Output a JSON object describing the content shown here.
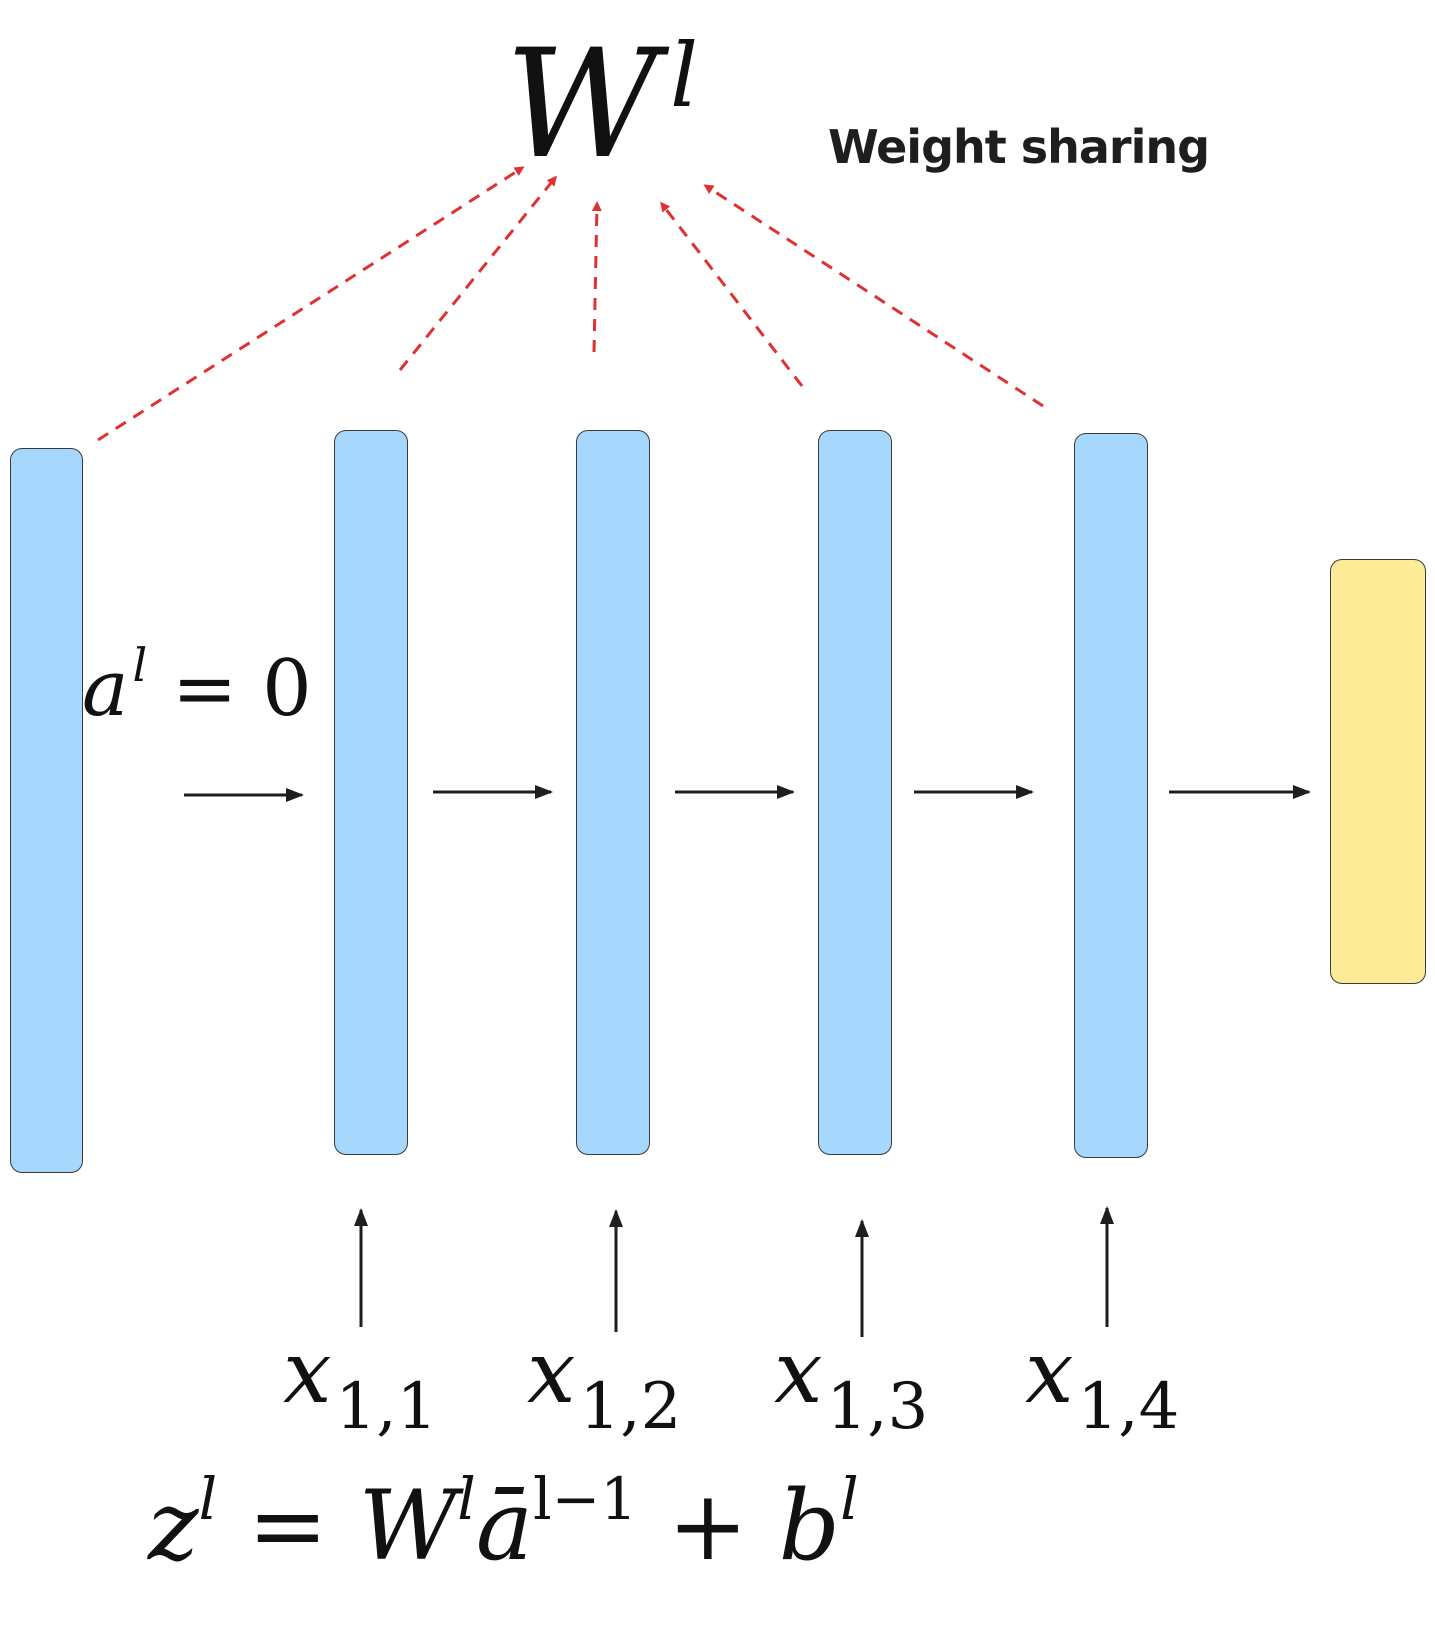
{
  "title": {
    "base": "W",
    "superscript": "l"
  },
  "annotation": "Weight sharing",
  "initial_state": {
    "base": "a",
    "superscript": "l",
    "rhs": "= 0"
  },
  "inputs": [
    {
      "base": "x",
      "subscript": "1,1"
    },
    {
      "base": "x",
      "subscript": "1,2"
    },
    {
      "base": "x",
      "subscript": "1,3"
    },
    {
      "base": "x",
      "subscript": "1,4"
    }
  ],
  "equation": {
    "lhs": "z",
    "lhs_sup": "l",
    "eq": "=",
    "w": "W",
    "w_sup": "l",
    "a": "ā",
    "a_sup": "l−1",
    "plus": "+",
    "b": "b",
    "b_sup": "l"
  },
  "colors": {
    "hidden_bar": "#a6d8fd",
    "output_bar": "#fdeb98",
    "weight_arrow": "#e03131",
    "flow_arrow": "#1e1e1e"
  }
}
